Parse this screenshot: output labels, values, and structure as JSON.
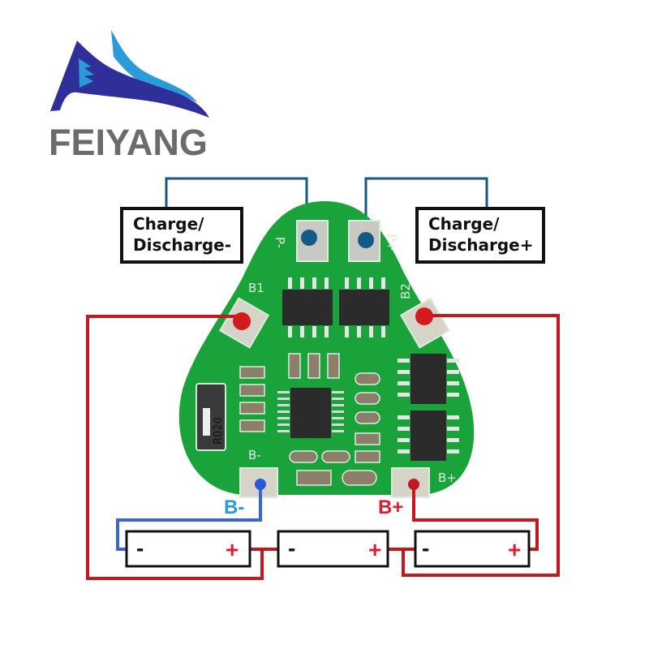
{
  "brand": {
    "name": "FEIYANG",
    "logo_colors": {
      "dark_blue": "#2e2f98",
      "light_blue": "#2a9ad8",
      "text_gray": "#6b6b6b"
    }
  },
  "labels": {
    "charge_discharge_minus": [
      "Charge/",
      "Discharge-"
    ],
    "charge_discharge_plus": [
      "Charge/",
      "Discharge+"
    ]
  },
  "board": {
    "color": "#1aa33a",
    "silkscreen": {
      "p_minus": "P-",
      "p_plus": "P+",
      "b1": "B1",
      "b2": "B2",
      "b_minus": "B-",
      "b_plus": "B+",
      "resistor": "R020"
    }
  },
  "terminals": {
    "b_minus": {
      "label": "B-",
      "color": "#2a9ad8"
    },
    "b_plus": {
      "label": "B+",
      "color": "#e01b2f"
    }
  },
  "batteries": [
    {
      "minus": "-",
      "plus": "+"
    },
    {
      "minus": "-",
      "plus": "+"
    },
    {
      "minus": "-",
      "plus": "+"
    }
  ],
  "wire_colors": {
    "signal": "#145a85",
    "positive": "#c0191f",
    "negative": "#3a64d8"
  }
}
